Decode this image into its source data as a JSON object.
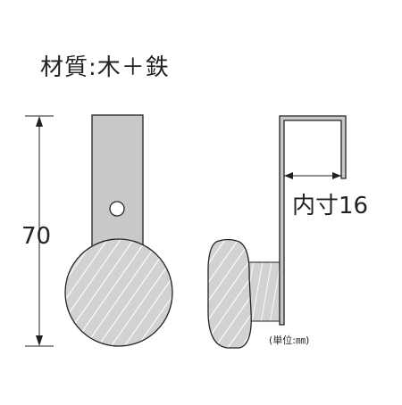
{
  "material_text": "材質:木＋鉄",
  "dimensions": {
    "height_value": "70",
    "inner_size_label": "内寸16"
  },
  "unit_note": "(単位:㎜)",
  "colors": {
    "metal_fill": "#c8c8c8",
    "wood_fill": "#d2d2d2",
    "wood_grain": "#ffffff",
    "outline": "#222222",
    "background": "#ffffff"
  }
}
